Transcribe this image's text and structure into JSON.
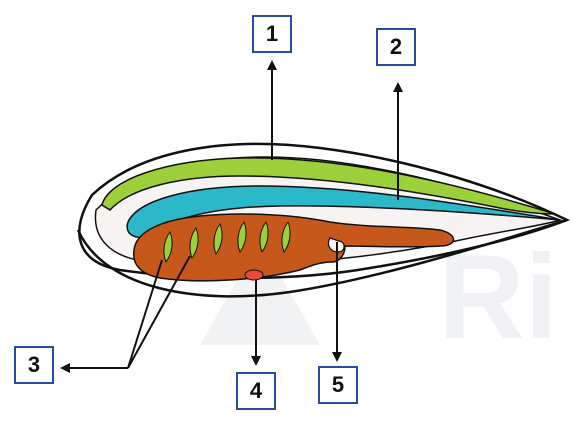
{
  "diagram": {
    "labels": [
      {
        "id": "1",
        "text": "1"
      },
      {
        "id": "2",
        "text": "2"
      },
      {
        "id": "3",
        "text": "3"
      },
      {
        "id": "4",
        "text": "4"
      },
      {
        "id": "5",
        "text": "5"
      }
    ],
    "watermark": "Ri",
    "colors": {
      "notochord": "#9bd03a",
      "nerve_cord": "#2bb8c8",
      "gut": "#c6581b",
      "gill_slits": "#9bd03a",
      "box_border": "#2b4aa6",
      "arrow": "#111111"
    }
  }
}
